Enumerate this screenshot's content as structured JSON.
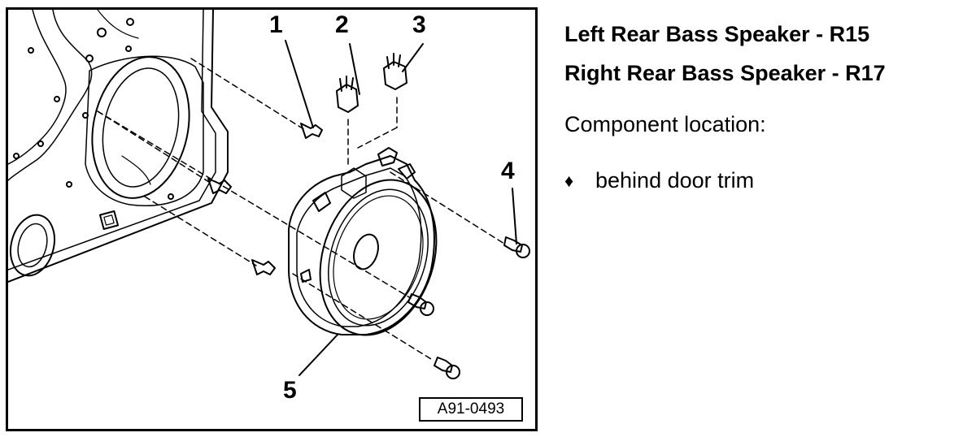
{
  "diagram": {
    "callouts": [
      "1",
      "2",
      "3",
      "4",
      "5"
    ],
    "figure_id": "A91-0493"
  },
  "info": {
    "titles": [
      "Left Rear Bass Speaker - R15",
      "Right Rear Bass Speaker - R17"
    ],
    "component_location_label": "Component location:",
    "bullet_icon": "diamond-bullet-icon",
    "bullets": [
      "behind door trim"
    ]
  }
}
